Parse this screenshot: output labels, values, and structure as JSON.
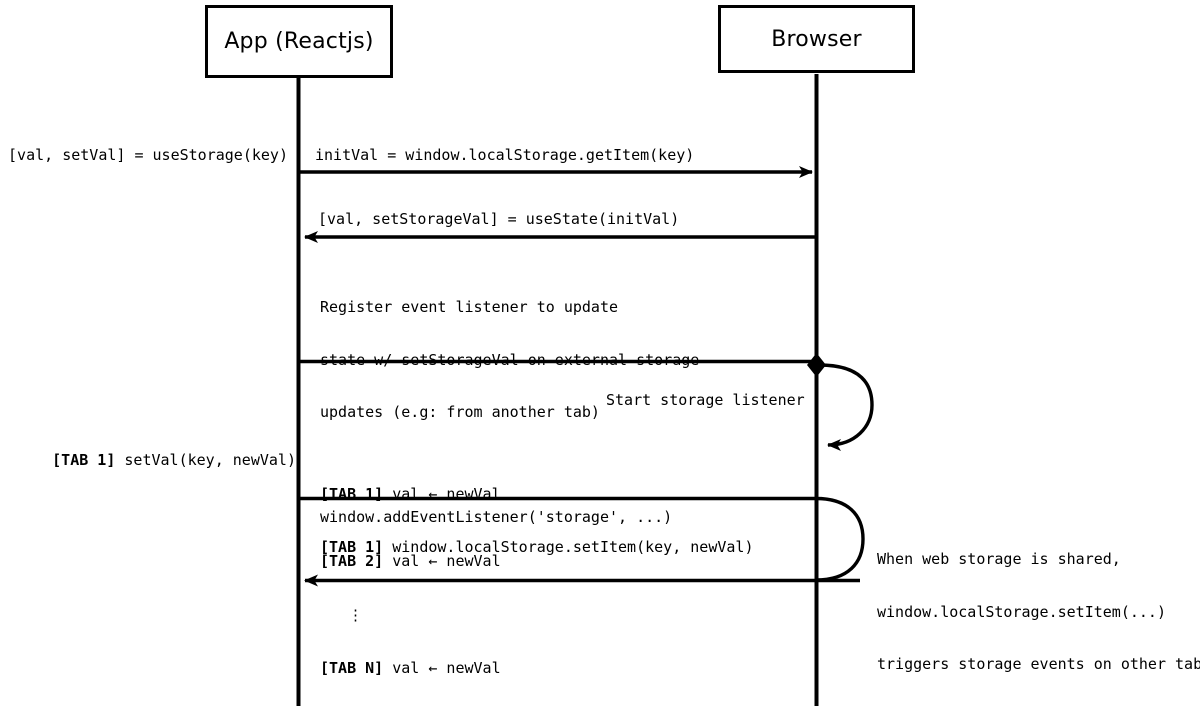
{
  "diagram": {
    "type": "sequence-diagram",
    "title_participants": [
      "App (Reactjs)",
      "Browser"
    ],
    "colors": {
      "stroke": "#000000",
      "background": "#ffffff"
    }
  },
  "participants": [
    {
      "id": "app",
      "label": "App (Reactjs)"
    },
    {
      "id": "browser",
      "label": "Browser"
    }
  ],
  "messages": [
    {
      "id": "m1",
      "left_label": "[val, setVal] = useStorage(key)",
      "label": "initVal = window.localStorage.getItem(key)",
      "direction": "app-to-browser"
    },
    {
      "id": "m2",
      "label": "[val, setStorageVal] = useState(initVal)",
      "direction": "browser-to-app"
    },
    {
      "id": "m3",
      "note_lines": [
        "Register event listener to update",
        "state w/ setStorageVal on external storage",
        "updates (e.g: from another tab)",
        "",
        "window.addEventListener('storage', ...)"
      ],
      "direction": "app-to-browser"
    },
    {
      "id": "m4",
      "label": "Start storage listener",
      "direction": "browser-self-loop"
    },
    {
      "id": "m5",
      "left_label_tag": "[TAB 1]",
      "left_label_rest": " setVal(key, newVal)",
      "lines": [
        {
          "tag": "[TAB 1]",
          "rest": " val ← newVal"
        },
        {
          "tag": "[TAB 1]",
          "rest": " window.localStorage.setItem(key, newVal)"
        }
      ],
      "direction": "app-to-browser"
    },
    {
      "id": "m6",
      "lines": [
        {
          "tag": "[TAB 2]",
          "rest": " val ← newVal"
        },
        {
          "tag": "⋮",
          "rest": ""
        },
        {
          "tag": "[TAB N]",
          "rest": " val ← newVal"
        }
      ],
      "direction": "browser-to-app",
      "side_note_lines": [
        "When web storage is shared,",
        "window.localStorage.setItem(...)",
        "triggers storage events on other tabs"
      ]
    }
  ],
  "text": {
    "participant_app": "App (Reactjs)",
    "participant_browser": "Browser",
    "m1_left": "[val, setVal] = useStorage(key)",
    "m1_label": "initVal = window.localStorage.getItem(key)",
    "m2_label": "[val, setStorageVal] = useState(initVal)",
    "m3_line1": "Register event listener to update",
    "m3_line2": "state w/ setStorageVal on external storage",
    "m3_line3": "updates (e.g: from another tab)",
    "m3_line5": "window.addEventListener('storage', ...)",
    "m4_label": "Start storage listener",
    "m5_left_tag": "[TAB 1]",
    "m5_left_rest": " setVal(key, newVal)",
    "m5_l1_tag": "[TAB 1]",
    "m5_l1_rest": " val ← newVal",
    "m5_l2_tag": "[TAB 1]",
    "m5_l2_rest": " window.localStorage.setItem(key, newVal)",
    "m6_l1_tag": "[TAB 2]",
    "m6_l1_rest": " val ← newVal",
    "m6_dots": "⋮",
    "m6_l3_tag": "[TAB N]",
    "m6_l3_rest": " val ← newVal",
    "note_right_line1": "When web storage is shared,",
    "note_right_line2": "window.localStorage.setItem(...)",
    "note_right_line3": "triggers storage events on other tabs"
  }
}
